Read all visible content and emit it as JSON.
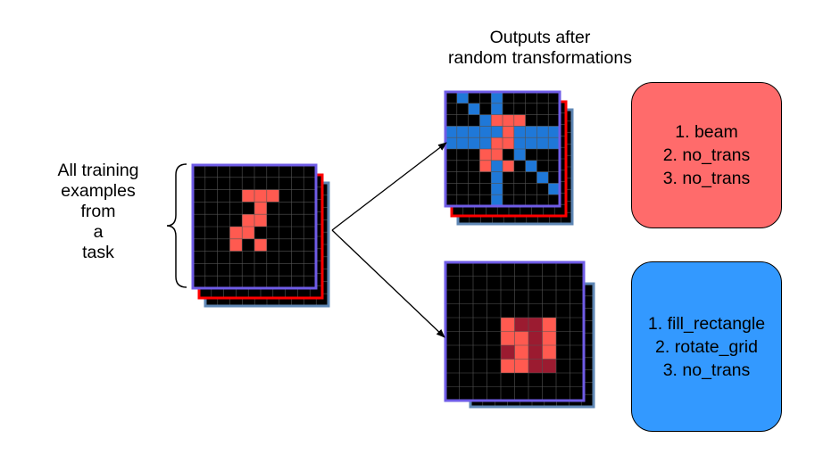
{
  "header": {
    "outputs_title_line1": "Outputs after",
    "outputs_title_line2": "random transformations"
  },
  "left_label": [
    "All training",
    "examples",
    "from",
    "a",
    "task"
  ],
  "result_boxes": [
    {
      "color": "#ff6b6b",
      "steps": [
        "1. beam",
        "2. no_trans",
        "3. no_trans"
      ]
    },
    {
      "color": "#3399ff",
      "steps": [
        "1. fill_rectangle",
        "2. rotate_grid",
        "3. no_trans"
      ]
    }
  ],
  "colors": {
    "grid_black": "#000000",
    "grid_line": "#555555",
    "frame_purple": "#6f5ce6",
    "frame_red": "#ff0000",
    "frame_steel": "#5f87b5",
    "cell_salmon": "#ff5a50",
    "cell_blue": "#1f78d8",
    "cell_maroon": "#9b1b30"
  }
}
